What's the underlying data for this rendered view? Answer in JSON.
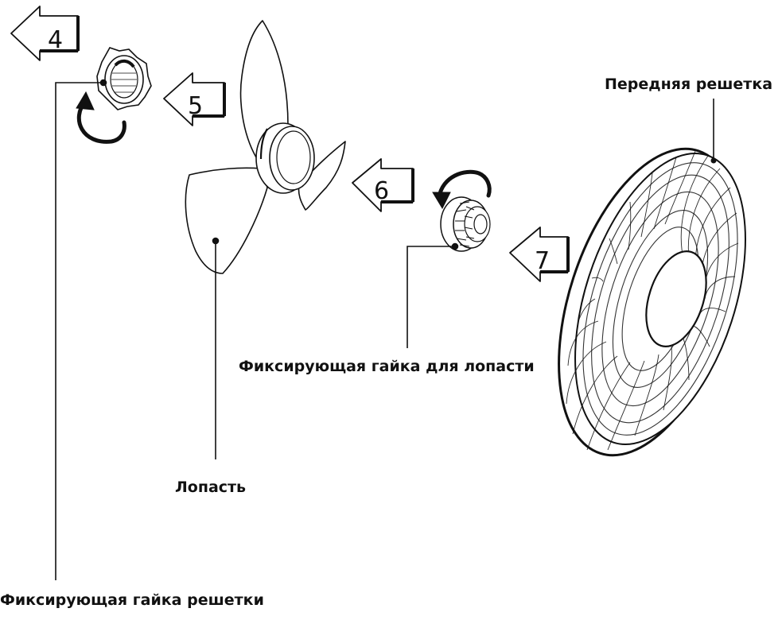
{
  "labels": {
    "front_grille": "Передняя решетка",
    "blade_nut": "Фиксирующая гайка для лопасти",
    "blade": "Лопасть",
    "grille_nut": "Фиксирующая гайка решетки"
  },
  "steps": [
    "4",
    "5",
    "6",
    "7"
  ],
  "colors": {
    "ink": "#111111",
    "background": "#ffffff"
  }
}
